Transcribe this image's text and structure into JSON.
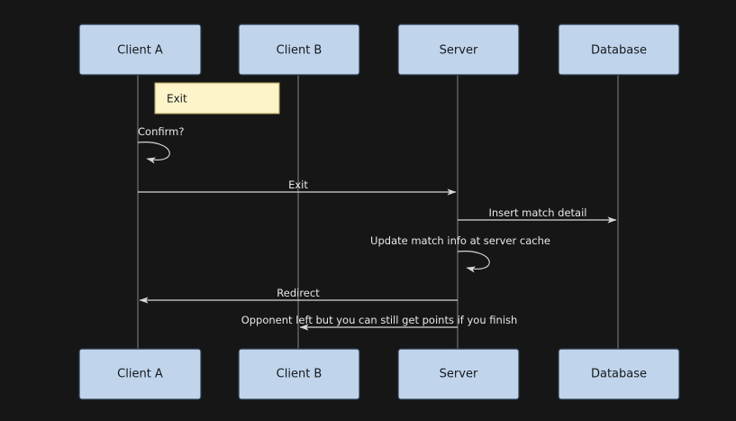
{
  "diagram": {
    "type": "sequence-diagram",
    "background_color": "#161616",
    "participant_fill": "#c0d5ec",
    "participant_stroke": "#2a3a4d",
    "participant_text_color": "#15181c",
    "lifeline_color": "#7b7b7b",
    "message_color": "#d7d7d7",
    "note_fill": "#fdf4c9",
    "note_stroke": "#b2a45f",
    "participants": [
      {
        "id": "client-a",
        "label": "Client A"
      },
      {
        "id": "client-b",
        "label": "Client B"
      },
      {
        "id": "server",
        "label": "Server"
      },
      {
        "id": "database",
        "label": "Database"
      }
    ],
    "participants_bottom": [
      {
        "id": "client-a",
        "label": "Client A"
      },
      {
        "id": "client-b",
        "label": "Client B"
      },
      {
        "id": "server",
        "label": "Server"
      },
      {
        "id": "database",
        "label": "Database"
      }
    ],
    "notes": [
      {
        "id": "note-exit",
        "label": "Exit",
        "over": "client-a"
      }
    ],
    "messages": [
      {
        "id": "msg-confirm",
        "label": "Confirm?",
        "from": "client-a",
        "to": "client-a",
        "kind": "self-loop"
      },
      {
        "id": "msg-exit",
        "label": "Exit",
        "from": "client-a",
        "to": "server",
        "kind": "forward"
      },
      {
        "id": "msg-insert-match-detail",
        "label": "Insert match detail",
        "from": "server",
        "to": "database",
        "kind": "forward"
      },
      {
        "id": "msg-update-match-info",
        "label": "Update match info at server cache",
        "from": "server",
        "to": "server",
        "kind": "self-loop"
      },
      {
        "id": "msg-redirect",
        "label": "Redirect",
        "from": "server",
        "to": "client-a",
        "kind": "backward"
      },
      {
        "id": "msg-opponent-left",
        "label": "Opponent left but you can still get points if you finish",
        "from": "server",
        "to": "client-b",
        "kind": "backward"
      }
    ]
  }
}
